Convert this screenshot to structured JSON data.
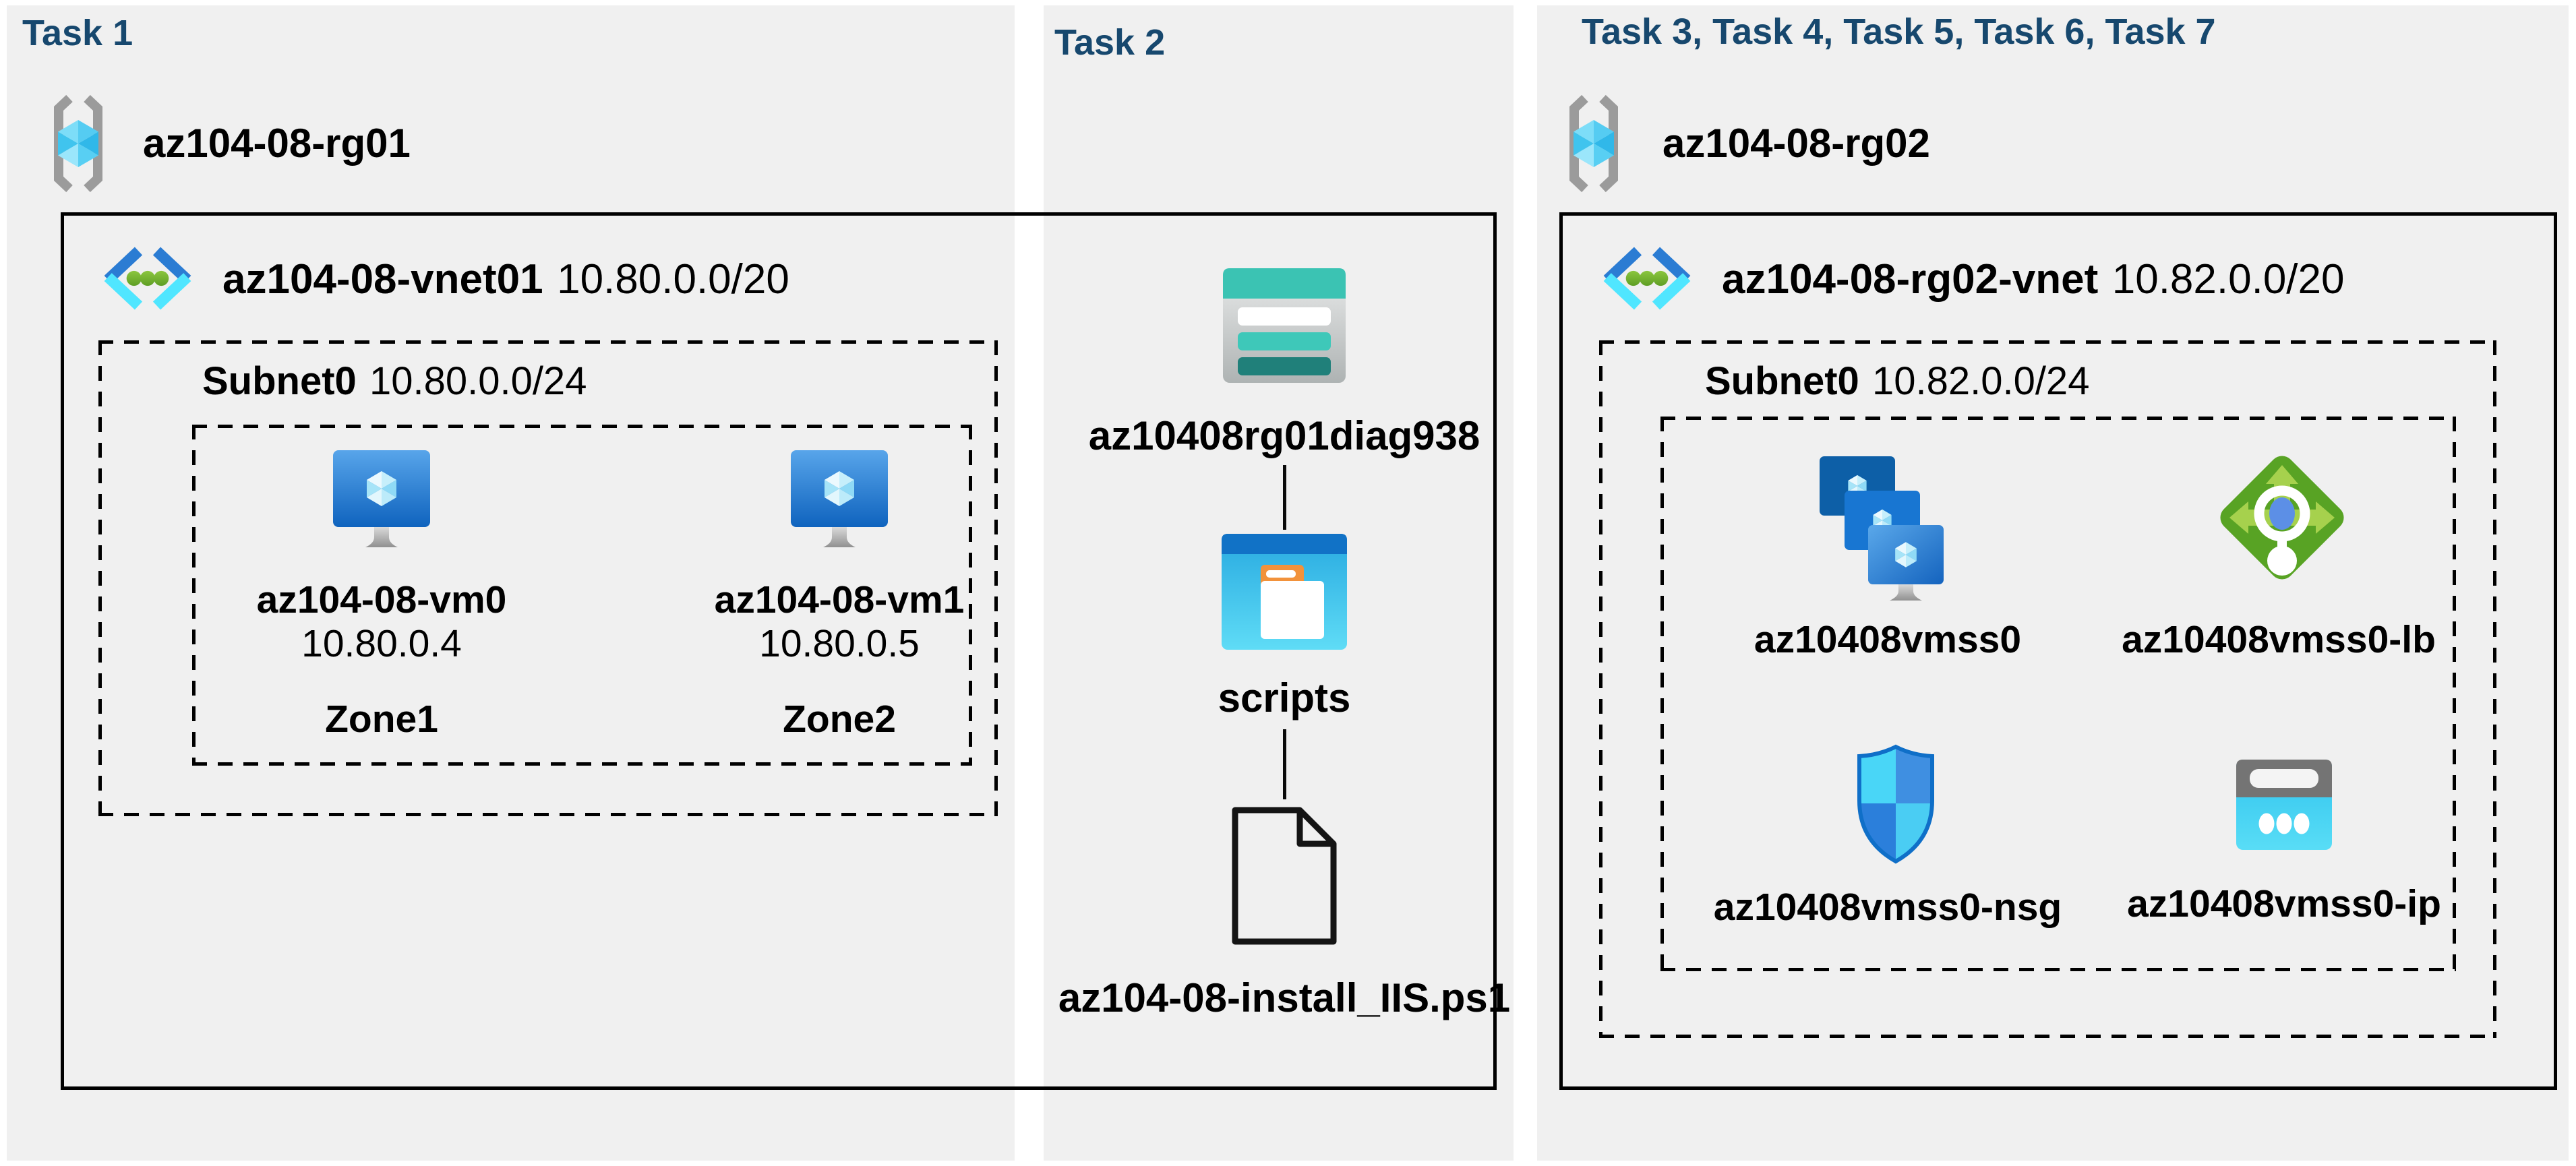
{
  "colors": {
    "page_bg": "#FFFFFF",
    "panel_bg": "#F0F0F0",
    "title_navy": "#17486E",
    "text": "#000000",
    "box_outline": "#000000",
    "storage_teal": "#3BC3B3",
    "azure_blue": "#2B7CD3",
    "cyan_accent": "#50E6FF",
    "lb_green": "#58A324",
    "folder_orange": "#F2923B"
  },
  "task1": {
    "title": "Task 1",
    "resource_group": "az104-08-rg01",
    "vnet_name": "az104-08-vnet01",
    "vnet_cidr": "10.80.0.0/20",
    "subnet_name": "Subnet0",
    "subnet_cidr": "10.80.0.0/24",
    "vms": [
      {
        "name": "az104-08-vm0",
        "ip": "10.80.0.4",
        "zone": "Zone1"
      },
      {
        "name": "az104-08-vm1",
        "ip": "10.80.0.5",
        "zone": "Zone2"
      }
    ]
  },
  "task2": {
    "title": "Task 2",
    "storage_account": "az10408rg01diag938",
    "folder": "scripts",
    "script_file": "az104-08-install_IIS.ps1"
  },
  "task3": {
    "title": "Task 3, Task 4, Task 5, Task 6, Task 7",
    "resource_group": "az104-08-rg02",
    "vnet_name": "az104-08-rg02-vnet",
    "vnet_cidr": "10.82.0.0/20",
    "subnet_name": "Subnet0",
    "subnet_cidr": "10.82.0.0/24",
    "vmss": "az10408vmss0",
    "load_balancer": "az10408vmss0-lb",
    "nsg": "az10408vmss0-nsg",
    "public_ip": "az10408vmss0-ip"
  }
}
